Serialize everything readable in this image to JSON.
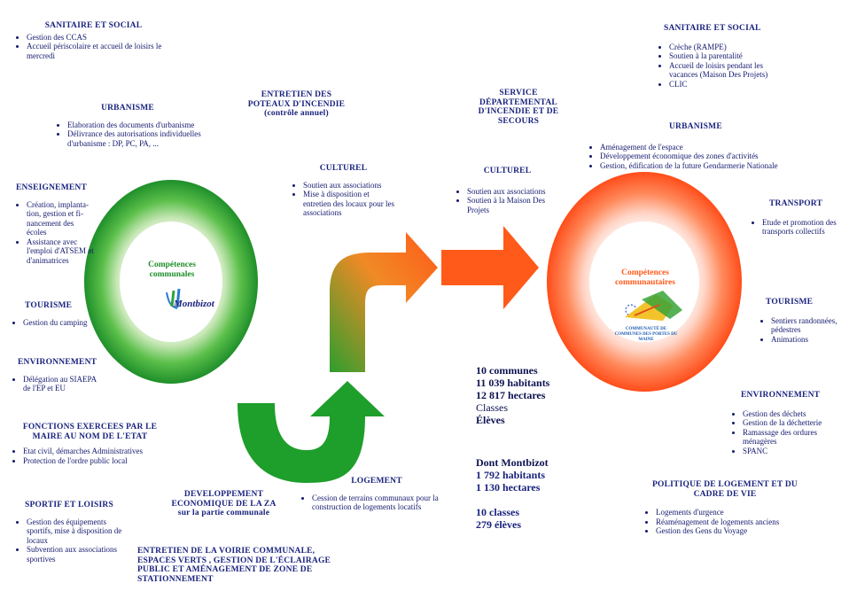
{
  "left": {
    "sanitaire": {
      "title": "SANITAIRE ET SOCIAL",
      "items": [
        "Gestion des CCAS",
        "Accueil périscolaire et accueil de loisirs le mercredi"
      ]
    },
    "urbanisme": {
      "title": "URBANISME",
      "items": [
        "Elaboration des documents d'urbanisme",
        "Délivrance des autorisations individuelles d'urbanisme : DP, PC, PA, ..."
      ]
    },
    "poteaux": {
      "title": "ENTRETIEN DES POTEAUX D'INCENDIE",
      "subtitle": "(contrôle annuel)"
    },
    "culturel": {
      "title": "CULTUREL",
      "items": [
        "Soutien aux associations",
        "Mise à disposition et entretien des locaux pour les associations"
      ]
    },
    "enseignement": {
      "title": "ENSEIGNEMENT",
      "items": [
        "Création, implanta-tion, gestion et fi-nancement des écoles",
        "Assistance avec l'emploi d'ATSEM et d'animatrices"
      ]
    },
    "tourisme": {
      "title": "TOURISME",
      "items": [
        "Gestion du camping"
      ]
    },
    "environnement": {
      "title": "ENVIRONNEMENT",
      "items": [
        "Délégation au SIAEPA de l'EP et EU"
      ]
    },
    "fonctions": {
      "title": "FONCTIONS EXERCEES PAR LE MAIRE AU NOM DE L'ETAT",
      "items": [
        "Etat civil, démarches Administratives",
        "Protection de l'ordre public local"
      ]
    },
    "sportif": {
      "title": "SPORTIF ET LOISIRS",
      "items": [
        "Gestion des équipements sportifs, mise à disposition de locaux",
        "Subvention aux associations sportives"
      ]
    },
    "developpement": {
      "title": "DEVELOPPEMENT ECONOMIQUE DE LA ZA",
      "subtitle": "sur la partie communale"
    },
    "logement": {
      "title": "LOGEMENT",
      "items": [
        "Cession de terrains communaux pour la construction de logements locatifs"
      ]
    },
    "voirie": {
      "title": "ENTRETIEN DE LA VOIRIE COMMUNALE, ESPACES VERTS , GESTION DE L'ÉCLAIRAGE PUBLIC ET AMÉNAGEMENT DE ZONE DE STATIONNEMENT"
    },
    "circle_label": "Compétences communales",
    "logo_text": "Montbizot"
  },
  "right": {
    "service": {
      "title": "SERVICE DÉPARTEMENTAL D'INCENDIE ET DE SECOURS"
    },
    "culturel": {
      "title": "CULTUREL",
      "items": [
        "Soutien aux associations",
        "Soutien à la Maison Des Projets"
      ]
    },
    "sanitaire": {
      "title": "SANITAIRE ET SOCIAL",
      "items": [
        "Crèche (RAMPE)",
        "Soutien à la parentalité",
        "Accueil de loisirs pendant les vacances (Maison Des Projets)",
        "CLIC"
      ]
    },
    "urbanisme": {
      "title": "URBANISME",
      "items": [
        "Aménagement de l'espace",
        "Développement économique des zones d'activités",
        "Gestion, édification de la future Gendarmerie Nationale"
      ]
    },
    "transport": {
      "title": "TRANSPORT",
      "items": [
        "Etude et promotion des transports collectifs"
      ]
    },
    "tourisme": {
      "title": "TOURISME",
      "items": [
        "Sentiers randonnées, pédestres",
        "Animations"
      ]
    },
    "environnement": {
      "title": "ENVIRONNEMENT",
      "items": [
        "Gestion des déchets",
        "Gestion de la déchetterie",
        "Ramassage des ordures ménagères",
        "SPANC"
      ]
    },
    "politique": {
      "title": "POLITIQUE DE LOGEMENT ET DU CADRE DE VIE",
      "items": [
        "Logements d'urgence",
        "Réaménagement de logements anciens",
        "Gestion des Gens du Voyage"
      ]
    },
    "circle_label": "Compétences communautaires",
    "logo_text": "COMMUNAUTÉ DE COMMUNES DES PORTES DU MAINE"
  },
  "stats": {
    "communes": "10 communes",
    "habitants": "11 039 habitants",
    "hectares": "12 817 hectares",
    "classes": "Classes",
    "eleves": "Élèves",
    "dont": "Dont Montbizot",
    "m_habitants": "1 792 habitants",
    "m_hectares": "1 130 hectares",
    "m_classes": "10 classes",
    "m_eleves": "279 élèves"
  },
  "colors": {
    "green": "#2e9e2e",
    "orange": "#ff5a2a",
    "text": "#1a237e"
  }
}
